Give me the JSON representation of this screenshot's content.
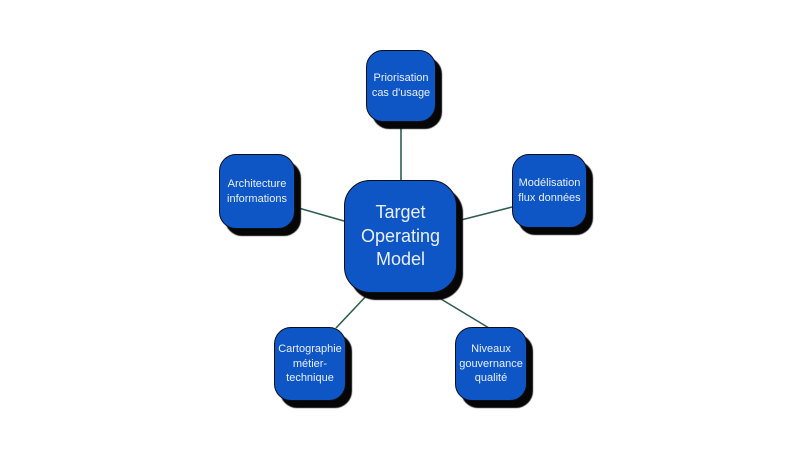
{
  "diagram": {
    "title": "Target Operating Model mind map",
    "center": {
      "label": "Target\nOperating\nModel"
    },
    "nodes": [
      {
        "id": "priorisation-cas-usage",
        "position": "top",
        "label": "Priorisation\ncas d'usage"
      },
      {
        "id": "architecture-informations",
        "position": "left",
        "label": "Architecture\ninformations"
      },
      {
        "id": "modelisation-flux-donnees",
        "position": "right",
        "label": "Modélisation\nflux données"
      },
      {
        "id": "cartographie-metier-technique",
        "position": "bottom-left",
        "label": "Cartographie\nmétier-\ntechnique"
      },
      {
        "id": "niveaux-gouvernance-qualite",
        "position": "bottom-right",
        "label": "Niveaux\ngouvernance\nqualité"
      }
    ],
    "colors": {
      "node_fill": "#0e55c6",
      "node_text": "#e9f0fa",
      "node_border": "#0a0f16",
      "shadow": "#060606",
      "connector": "#2f5d52",
      "background": "#ffffff"
    }
  }
}
